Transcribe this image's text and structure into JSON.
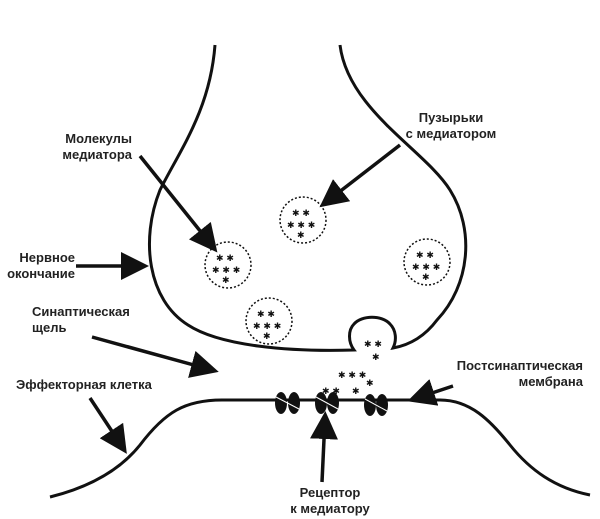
{
  "colors": {
    "ink": "#111111",
    "background": "#ffffff",
    "label": "#222222"
  },
  "labels": {
    "mediator_molecules": [
      "Молекулы",
      "медиатора"
    ],
    "vesicles": [
      "Пузырьки",
      "с медиатором"
    ],
    "nerve_ending": [
      "Нервное",
      "окончание"
    ],
    "synaptic_cleft": [
      "Синаптическая",
      "щель"
    ],
    "effector_cell": "Эффекторная клетка",
    "postsynaptic_membrane": [
      "Постсинаптическая",
      "мембрана"
    ],
    "receptor": [
      "Рецептор",
      "к медиатору"
    ]
  }
}
